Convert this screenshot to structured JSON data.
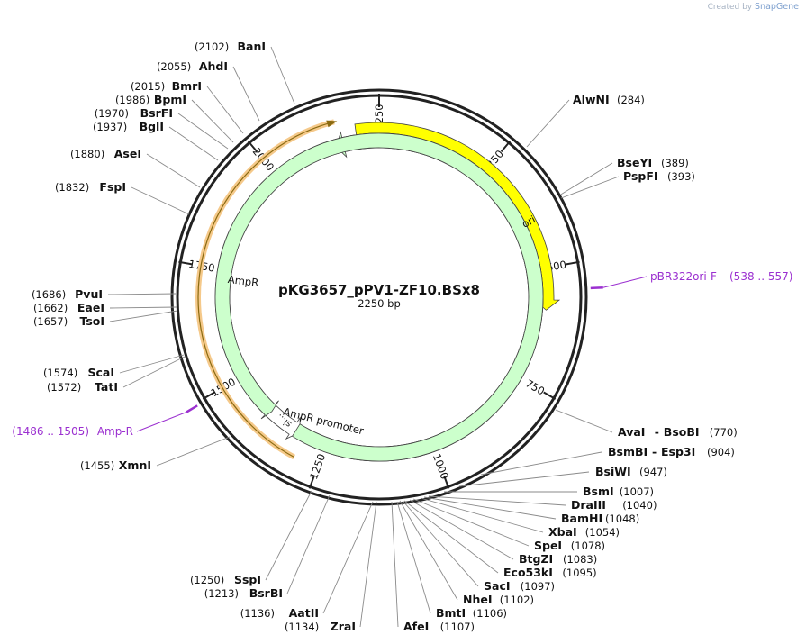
{
  "credit": {
    "created_by": "Created by",
    "brand": "SnapGene"
  },
  "plasmid": {
    "name": "pKG3657_pPV1-ZF10.BSx8",
    "size_label": "2250 bp",
    "length": 2250
  },
  "ticks": [
    {
      "pos": 250,
      "label": "250"
    },
    {
      "pos": 500,
      "label": "500"
    },
    {
      "pos": 750,
      "label": "750"
    },
    {
      "pos": 1000,
      "label": "1000"
    },
    {
      "pos": 1250,
      "label": "1250"
    },
    {
      "pos": 1500,
      "label": "1500"
    },
    {
      "pos": 1750,
      "label": "1750"
    },
    {
      "pos": 2000,
      "label": "2000"
    },
    {
      "pos": 2250,
      "label": "2250"
    }
  ],
  "features": [
    {
      "name": "ori",
      "start": 2200,
      "end": 590,
      "direction": "forward",
      "color": "#ffff00",
      "label": "ori"
    },
    {
      "name": "AmpR",
      "start": 1310,
      "end": 2150,
      "direction": "reverse",
      "color": "#ccffcc",
      "label": "AmpR"
    },
    {
      "name": "AmpR promoter",
      "start": 1225,
      "end": 1315,
      "direction": "reverse",
      "color": "#ffffff",
      "label": "AmpR promoter"
    },
    {
      "name": "signal sequence",
      "start": 1325,
      "end": 1395,
      "direction": "reverse",
      "color": "#ccffcc",
      "label": "si..."
    }
  ],
  "orf": {
    "start": 1300,
    "end": 2160,
    "color": "#f5c98a"
  },
  "primers": [
    {
      "name": "pBR322ori-F",
      "range": "(538 .. 557)",
      "pos": 547
    },
    {
      "name": "Amp-R",
      "range": "(1486 .. 1505)",
      "pos": 1495
    }
  ],
  "sites": [
    {
      "name": "AlwNI",
      "pos": "(284)",
      "side": "right"
    },
    {
      "name": "BseYI",
      "pos": "(389)",
      "side": "right"
    },
    {
      "name": "PspFI",
      "pos": "(393)",
      "side": "right"
    },
    {
      "name": "AvaI",
      "extra": "BsoBI",
      "pos": "(770)",
      "side": "right"
    },
    {
      "name": "BsmBI",
      "extra": "Esp3I",
      "pos": "(904)",
      "side": "right"
    },
    {
      "name": "BsiWI",
      "pos": "(947)",
      "side": "right"
    },
    {
      "name": "BsmI",
      "pos": "(1007)",
      "side": "right"
    },
    {
      "name": "DraIII",
      "pos": "(1040)",
      "side": "right"
    },
    {
      "name": "BamHI",
      "pos": "(1048)",
      "side": "right"
    },
    {
      "name": "XbaI",
      "pos": "(1054)",
      "side": "right"
    },
    {
      "name": "SpeI",
      "pos": "(1078)",
      "side": "right"
    },
    {
      "name": "BtgZI",
      "pos": "(1083)",
      "side": "right"
    },
    {
      "name": "Eco53kI",
      "pos": "(1095)",
      "side": "right"
    },
    {
      "name": "SacI",
      "pos": "(1097)",
      "side": "right"
    },
    {
      "name": "NheI",
      "pos": "(1102)",
      "side": "right"
    },
    {
      "name": "BmtI",
      "pos": "(1106)",
      "side": "right"
    },
    {
      "name": "AfeI",
      "pos": "(1107)",
      "side": "right"
    },
    {
      "name": "ZraI",
      "pos": "(1134)",
      "side": "left"
    },
    {
      "name": "AatII",
      "pos": "(1136)",
      "side": "left"
    },
    {
      "name": "BsrBI",
      "pos": "(1213)",
      "side": "left"
    },
    {
      "name": "SspI",
      "pos": "(1250)",
      "side": "left"
    },
    {
      "name": "XmnI",
      "pos": "(1455)",
      "side": "left"
    },
    {
      "name": "TatI",
      "pos": "(1572)",
      "side": "left"
    },
    {
      "name": "ScaI",
      "pos": "(1574)",
      "side": "left"
    },
    {
      "name": "TsoI",
      "pos": "(1657)",
      "side": "left"
    },
    {
      "name": "EaeI",
      "pos": "(1662)",
      "side": "left"
    },
    {
      "name": "PvuI",
      "pos": "(1686)",
      "side": "left"
    },
    {
      "name": "FspI",
      "pos": "(1832)",
      "side": "left"
    },
    {
      "name": "AseI",
      "pos": "(1880)",
      "side": "left"
    },
    {
      "name": "BglI",
      "pos": "(1937)",
      "side": "left"
    },
    {
      "name": "BsrFI",
      "pos": "(1970)",
      "side": "left"
    },
    {
      "name": "BpmI",
      "pos": "(1986)",
      "side": "left"
    },
    {
      "name": "BmrI",
      "pos": "(2015)",
      "side": "left"
    },
    {
      "name": "AhdI",
      "pos": "(2055)",
      "side": "left"
    },
    {
      "name": "BanI",
      "pos": "(2102)",
      "side": "left"
    }
  ]
}
